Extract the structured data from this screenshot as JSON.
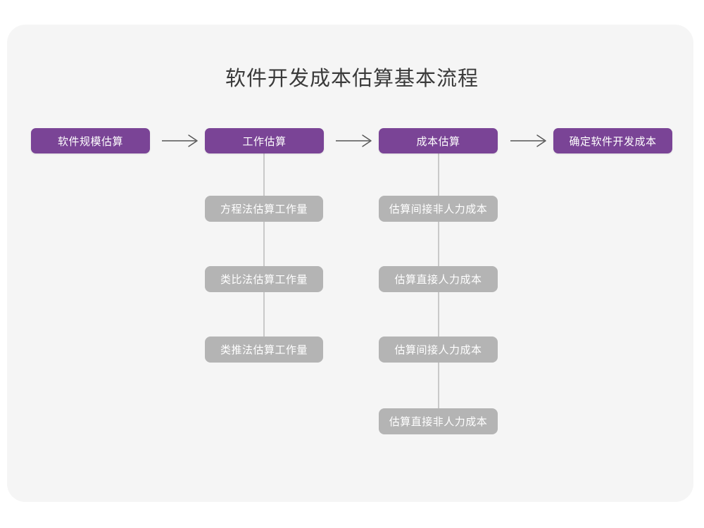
{
  "diagram": {
    "title": "软件开发成本估算基本流程",
    "colors": {
      "page_background": "#ffffff",
      "card_background": "#f5f5f5",
      "primary_node": "#7a4496",
      "secondary_node": "#b4b4b4",
      "connector_line": "#c9c9c9",
      "arrow": "#555555",
      "title_text": "#3a3a3a",
      "node_text": "#ffffff"
    },
    "main_flow": [
      {
        "id": "step-1",
        "label": "软件规模估算"
      },
      {
        "id": "step-2",
        "label": "工作估算"
      },
      {
        "id": "step-3",
        "label": "成本估算"
      },
      {
        "id": "step-4",
        "label": "确定软件开发成本"
      }
    ],
    "arrows": [
      {
        "id": "arrow-1",
        "from": "step-1",
        "to": "step-2",
        "glyph": "arrow-right-icon"
      },
      {
        "id": "arrow-2",
        "from": "step-2",
        "to": "step-3",
        "glyph": "arrow-right-icon"
      },
      {
        "id": "arrow-3",
        "from": "step-3",
        "to": "step-4",
        "glyph": "arrow-right-icon"
      }
    ],
    "branches": [
      {
        "parent": "step-2",
        "items": [
          {
            "id": "effort-1",
            "label": "方程法估算工作量"
          },
          {
            "id": "effort-2",
            "label": "类比法估算工作量"
          },
          {
            "id": "effort-3",
            "label": "类推法估算工作量"
          }
        ]
      },
      {
        "parent": "step-3",
        "items": [
          {
            "id": "cost-1",
            "label": "估算间接非人力成本"
          },
          {
            "id": "cost-2",
            "label": "估算直接人力成本"
          },
          {
            "id": "cost-3",
            "label": "估算间接人力成本"
          },
          {
            "id": "cost-4",
            "label": "估算直接非人力成本"
          }
        ]
      }
    ]
  }
}
